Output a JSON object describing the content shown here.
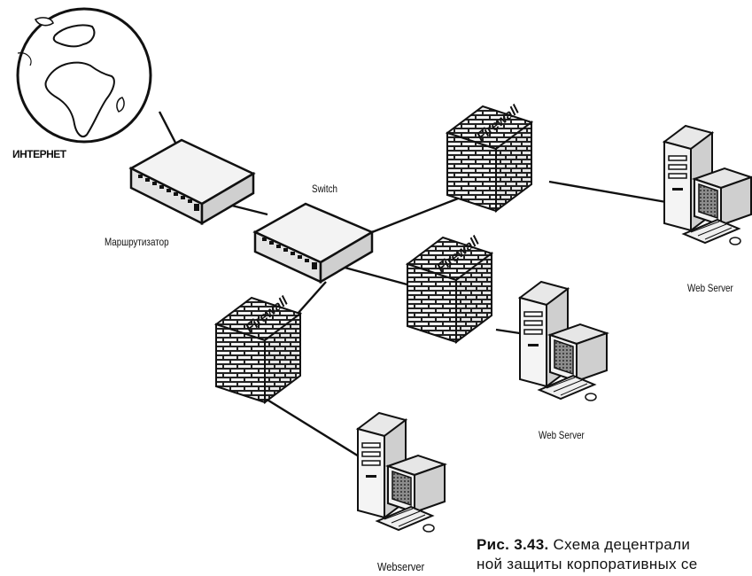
{
  "labels": {
    "internet": "ИНТЕРНЕТ",
    "router": "Маршрутизатор",
    "switch": "Switch",
    "firewall": "Firewall",
    "web_server_right": "Web Server",
    "web_server_middle": "Web Server",
    "webserver_bottom": "Webserver"
  },
  "caption": {
    "figure_number": "Рис. 3.43.",
    "line1_text": "Схема децентрали",
    "line2_prefix": "ной",
    "line2_text": "защиты корпоративных се"
  },
  "colors": {
    "ink": "#111111",
    "brick_face": "#d9d9d9",
    "screen": "#9a9a9a"
  },
  "icons": [
    "globe-icon",
    "router-icon",
    "switch-icon",
    "firewall-icon",
    "server-computer-icon"
  ]
}
